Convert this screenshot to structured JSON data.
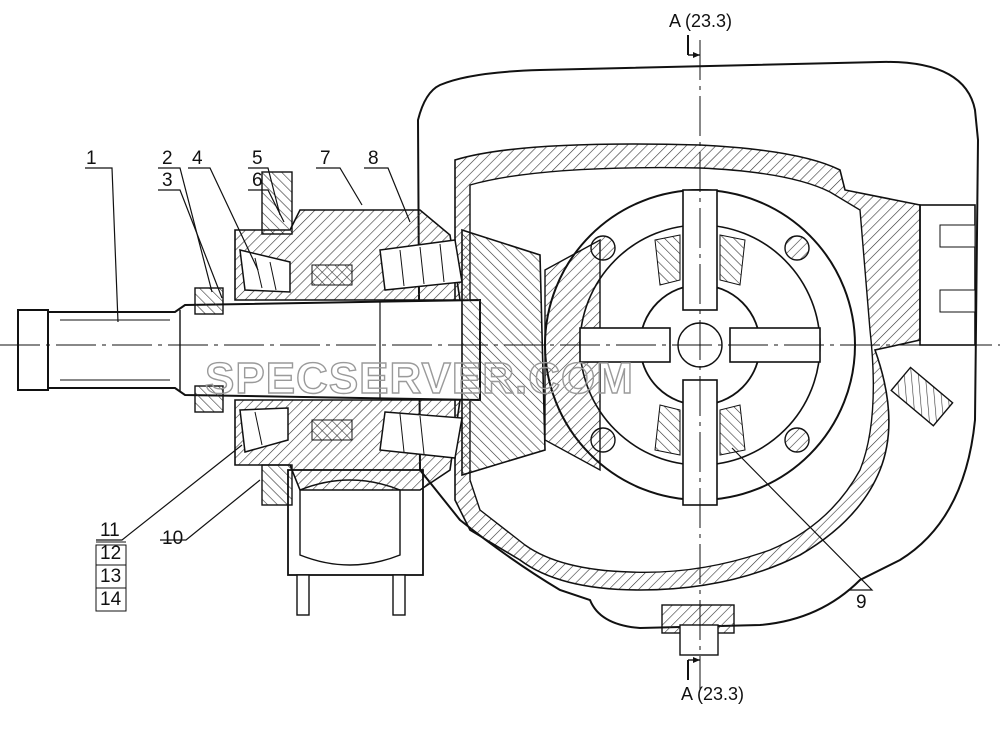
{
  "diagram": {
    "section_top": "A (23.3)",
    "section_bottom": "A (23.3)",
    "watermark": "SPECSERVER.COM",
    "callouts": [
      "1",
      "2",
      "3",
      "4",
      "5",
      "6",
      "7",
      "8",
      "9",
      "10",
      "11",
      "12",
      "13",
      "14"
    ]
  },
  "colors": {
    "line": "#111111",
    "hatch": "#333333",
    "watermark": "#9a9a9a"
  }
}
